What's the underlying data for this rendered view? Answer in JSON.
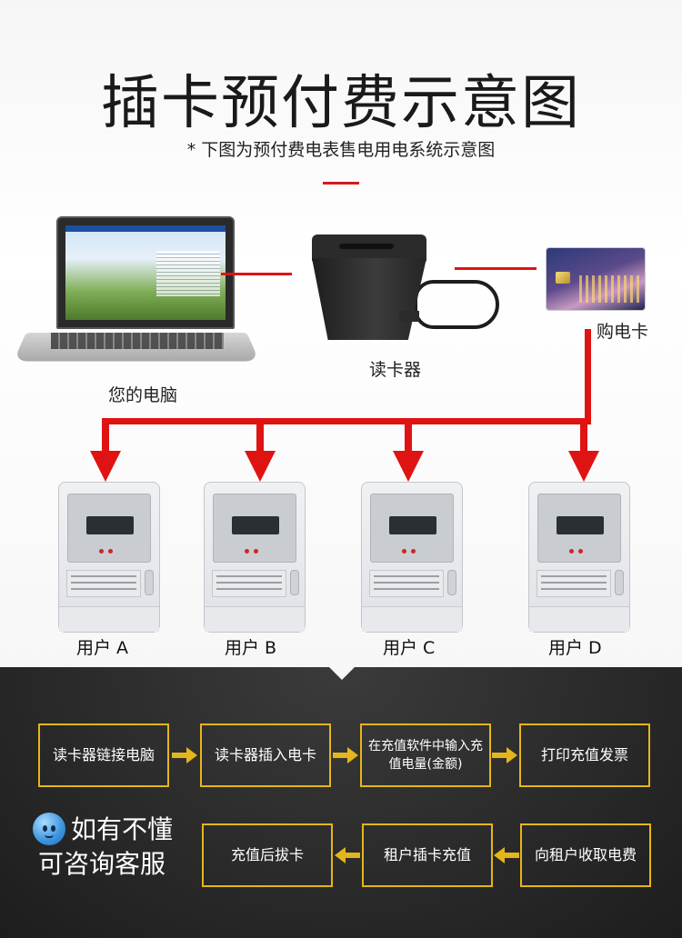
{
  "header": {
    "title": "插卡预付费示意图",
    "subtitle": "* 下图为预付费电表售电用电系统示意图"
  },
  "devices": {
    "computer_label": "您的电脑",
    "reader_label": "读卡器",
    "card_label": "购电卡"
  },
  "users": [
    {
      "label": "用户 A"
    },
    {
      "label": "用户 B"
    },
    {
      "label": "用户 C"
    },
    {
      "label": "用户 D"
    }
  ],
  "flow": {
    "row1": [
      "读卡器链接电脑",
      "读卡器插入电卡",
      "在充值软件中输入充值电量(金额)",
      "打印充值发票"
    ],
    "row2": [
      "充值后拔卡",
      "租户插卡充值",
      "向租户收取电费"
    ]
  },
  "help": {
    "line1": "如有不懂",
    "line2": "可咨询客服"
  },
  "colors": {
    "connector": "#e01313",
    "step_border": "#e5b51c",
    "background_dark": "#262626"
  }
}
